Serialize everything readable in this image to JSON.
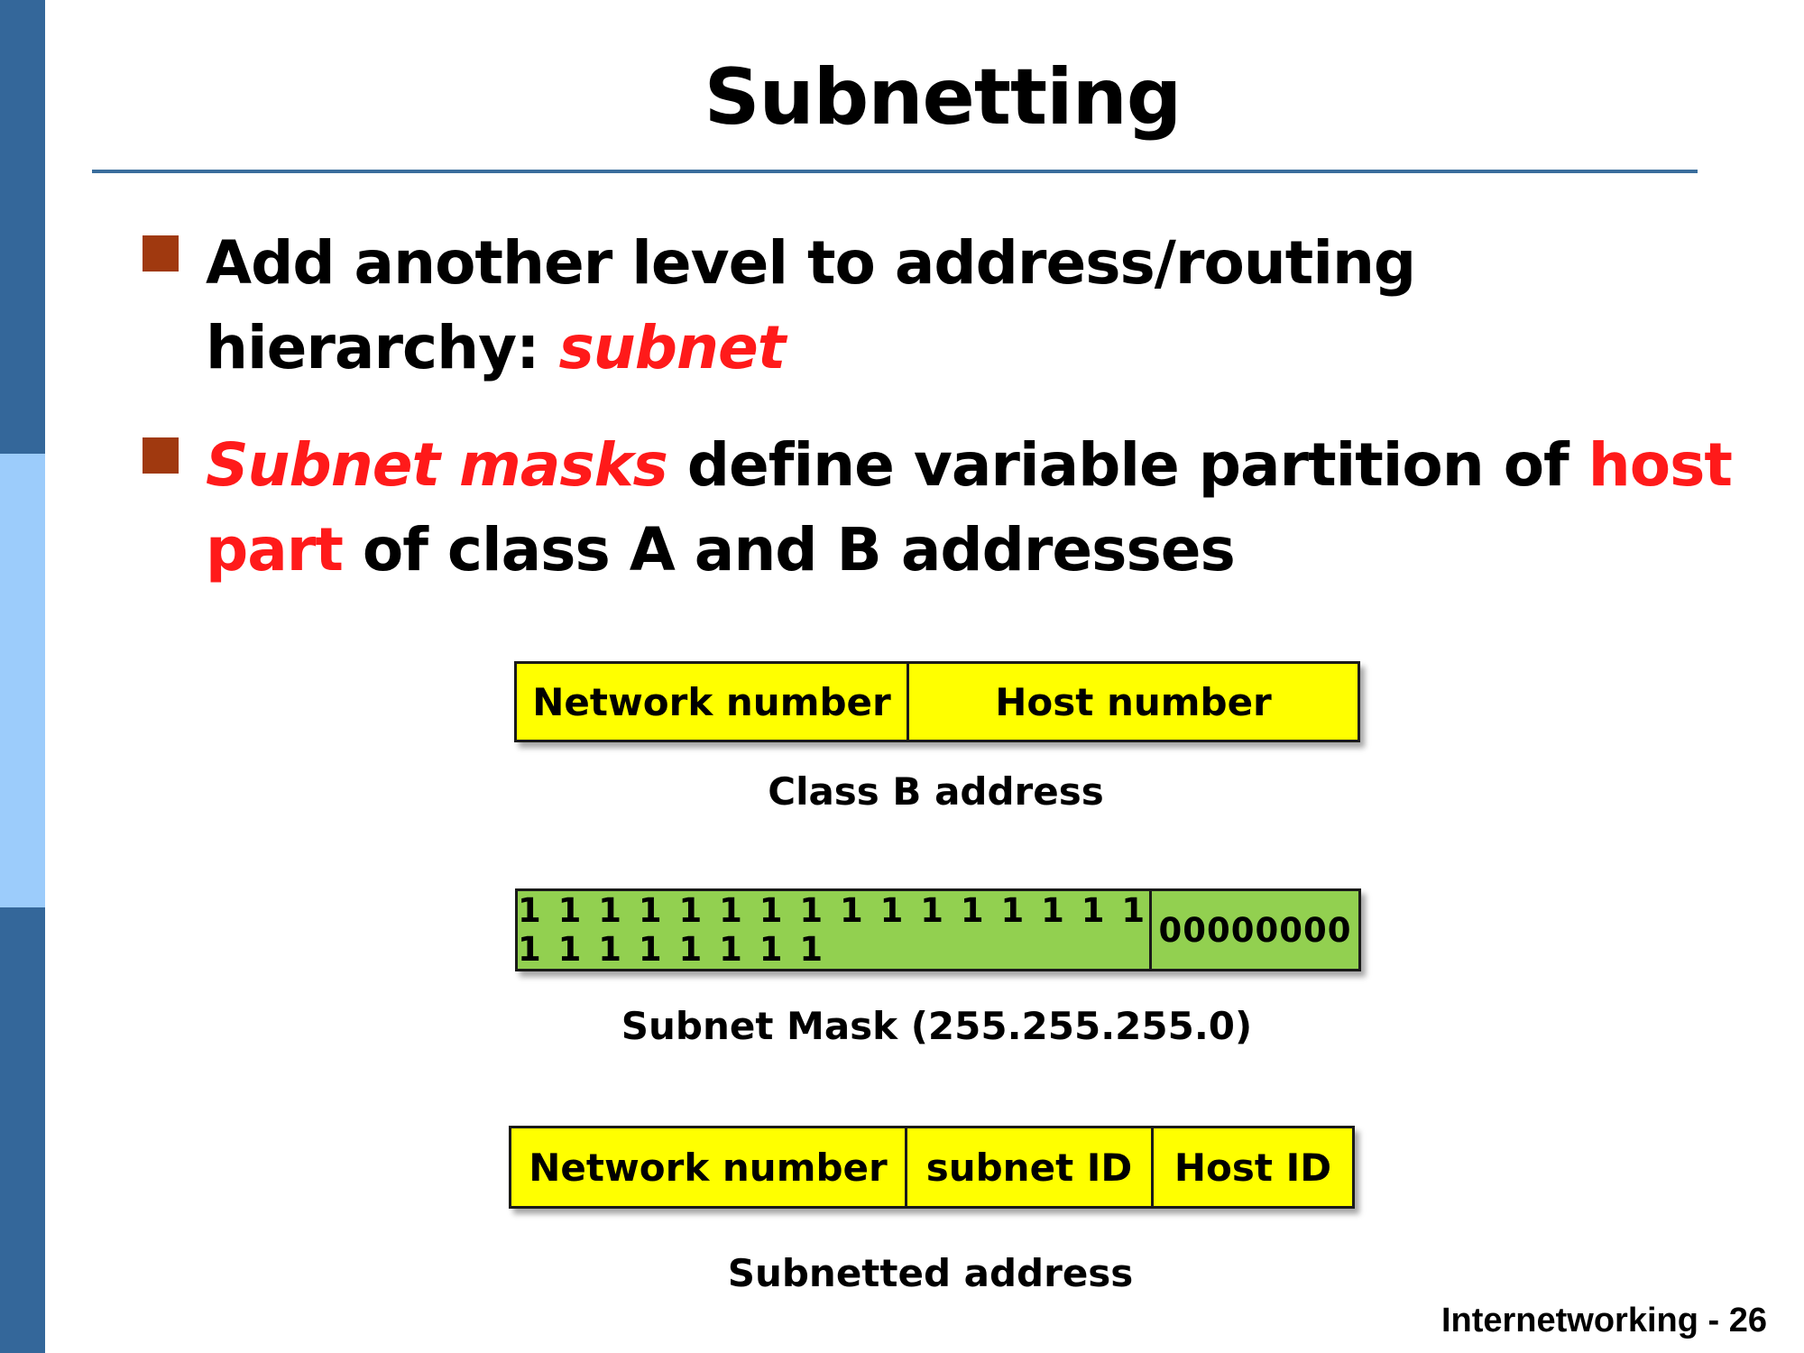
{
  "colors": {
    "sidebar_dark": "#34679a",
    "sidebar_light": "#9cccfb",
    "title_rule": "#3a6d9c",
    "bullet_marker": "#a0390f",
    "accent_text": "#ff1a1a",
    "field_yellow": "#ffff00",
    "field_green": "#92d050"
  },
  "title": "Subnetting",
  "bullets": [
    {
      "icon": "square-bullet-icon",
      "text": "Add another level to address/routing hierarchy: ",
      "accent": "subnet"
    },
    {
      "icon": "square-bullet-icon",
      "accent_lead": "Subnet masks",
      "middle": " define variable partition of ",
      "accent_mid": "host part",
      "tail": " of class A and B addresses"
    }
  ],
  "diagrams": {
    "class_b": {
      "fields": [
        "Network number",
        "Host number"
      ],
      "caption": "Class B address"
    },
    "subnet_mask": {
      "fields": [
        "1 1 1 1 1 1 1 1 1 1 1 1 1 1 1 1 1 1 1 1 1 1 1 1",
        "00000000"
      ],
      "caption": "Subnet Mask (255.255.255.0)"
    },
    "subnetted": {
      "fields": [
        "Network number",
        "subnet ID",
        "Host ID"
      ],
      "caption": "Subnetted address"
    }
  },
  "footer": "Internetworking - 26"
}
